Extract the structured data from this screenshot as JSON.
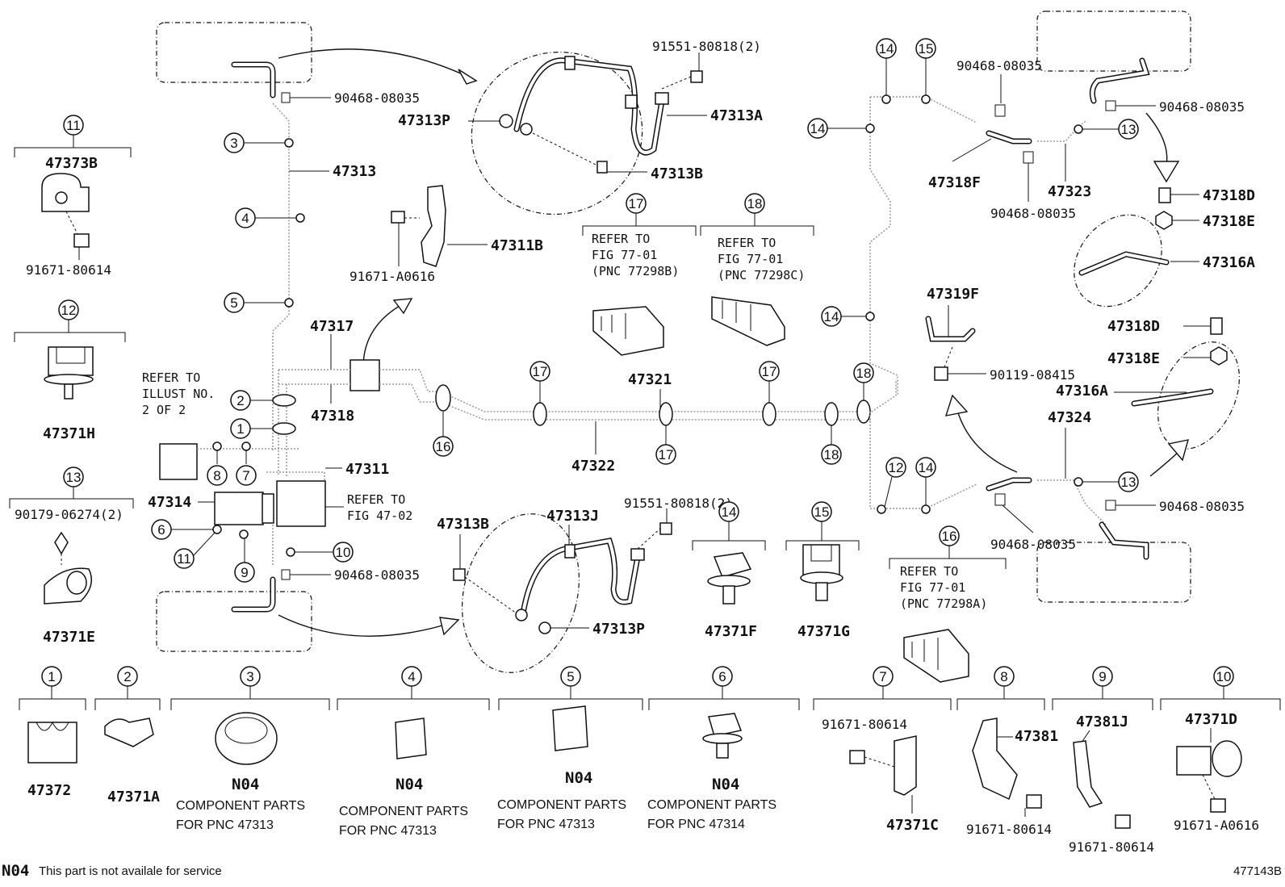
{
  "callouts": [
    {
      "num": "1"
    },
    {
      "num": "2"
    },
    {
      "num": "3"
    },
    {
      "num": "4"
    },
    {
      "num": "5"
    },
    {
      "num": "6"
    },
    {
      "num": "7"
    },
    {
      "num": "8"
    },
    {
      "num": "9"
    },
    {
      "num": "10"
    },
    {
      "num": "11"
    },
    {
      "num": "12"
    },
    {
      "num": "13"
    },
    {
      "num": "14"
    },
    {
      "num": "15"
    },
    {
      "num": "16"
    },
    {
      "num": "17"
    },
    {
      "num": "18"
    }
  ],
  "part_labels": {
    "p90468_top_left": "90468-08035",
    "p47313": "47313",
    "p91551_top": "91551-80818(2)",
    "p47313P_top": "47313P",
    "p47313A": "47313A",
    "p47313B_top": "47313B",
    "p47373B": "47373B",
    "p91671_80614_left": "91671-80614",
    "p47311B": "47311B",
    "p91671_A0616_mid": "91671-A0616",
    "p47371H": "47371H",
    "p47317": "47317",
    "p47318": "47318",
    "p47311": "47311",
    "p47314": "47314",
    "p90179": "90179-06274(2)",
    "p47371E": "47371E",
    "p90468_bottom_left": "90468-08035",
    "p91551_bottom": "91551-80818(2)",
    "p47313B_bottom": "47313B",
    "p47313J": "47313J",
    "p47313P_bottom": "47313P",
    "p47321": "47321",
    "p47322": "47322",
    "p47371F": "47371F",
    "p47371G": "47371G",
    "p90468_tr1": "90468-08035",
    "p90468_tr2": "90468-08035",
    "p47318F": "47318F",
    "p47323": "47323",
    "p90468_tr3": "90468-08035",
    "p47318D_1": "47318D",
    "p47318E_1": "47318E",
    "p47316A_1": "47316A",
    "p47319F": "47319F",
    "p90119": "90119-08415",
    "p47318D_2": "47318D",
    "p47318E_2": "47318E",
    "p47316A_2": "47316A",
    "p47324": "47324",
    "p90468_br1": "90468-08035",
    "p90468_br2": "90468-08035"
  },
  "notes": {
    "refer_illust_1": "REFER TO",
    "refer_illust_2": "ILLUST NO.",
    "refer_illust_3": "2 OF 2",
    "refer_fig4702_1": "REFER TO",
    "refer_fig4702_2": "FIG 47-02",
    "refer17_1": "REFER TO",
    "refer17_2": "FIG 77-01",
    "refer17_3": "(PNC 77298B)",
    "refer18_1": "REFER TO",
    "refer18_2": "FIG 77-01",
    "refer18_3": "(PNC 77298C)",
    "refer16_1": "REFER TO",
    "refer16_2": "FIG 77-01",
    "refer16_3": "(PNC 77298A)"
  },
  "bottom_row": {
    "c1_part": "47372",
    "c2_part": "47371A",
    "c3_code": "N04",
    "c3_cap1": "COMPONENT PARTS",
    "c3_cap2": "FOR PNC 47313",
    "c4_code": "N04",
    "c4_cap1": "COMPONENT PARTS",
    "c4_cap2": "FOR PNC 47313",
    "c5_code": "N04",
    "c5_cap1": "COMPONENT PARTS",
    "c5_cap2": "FOR PNC 47313",
    "c6_code": "N04",
    "c6_cap1": "COMPONENT PARTS",
    "c6_cap2": "FOR PNC 47314",
    "c7_bolt": "91671-80614",
    "c7_part": "47371C",
    "c8_part": "47381",
    "c8_bolt": "91671-80614",
    "c9_part": "47381J",
    "c9_bolt": "91671-80614",
    "c10_part": "47371D",
    "c10_bolt": "91671-A0616"
  },
  "footer": {
    "code": "N04",
    "text": "This part is not availale for service",
    "fig_id": "477143B"
  }
}
